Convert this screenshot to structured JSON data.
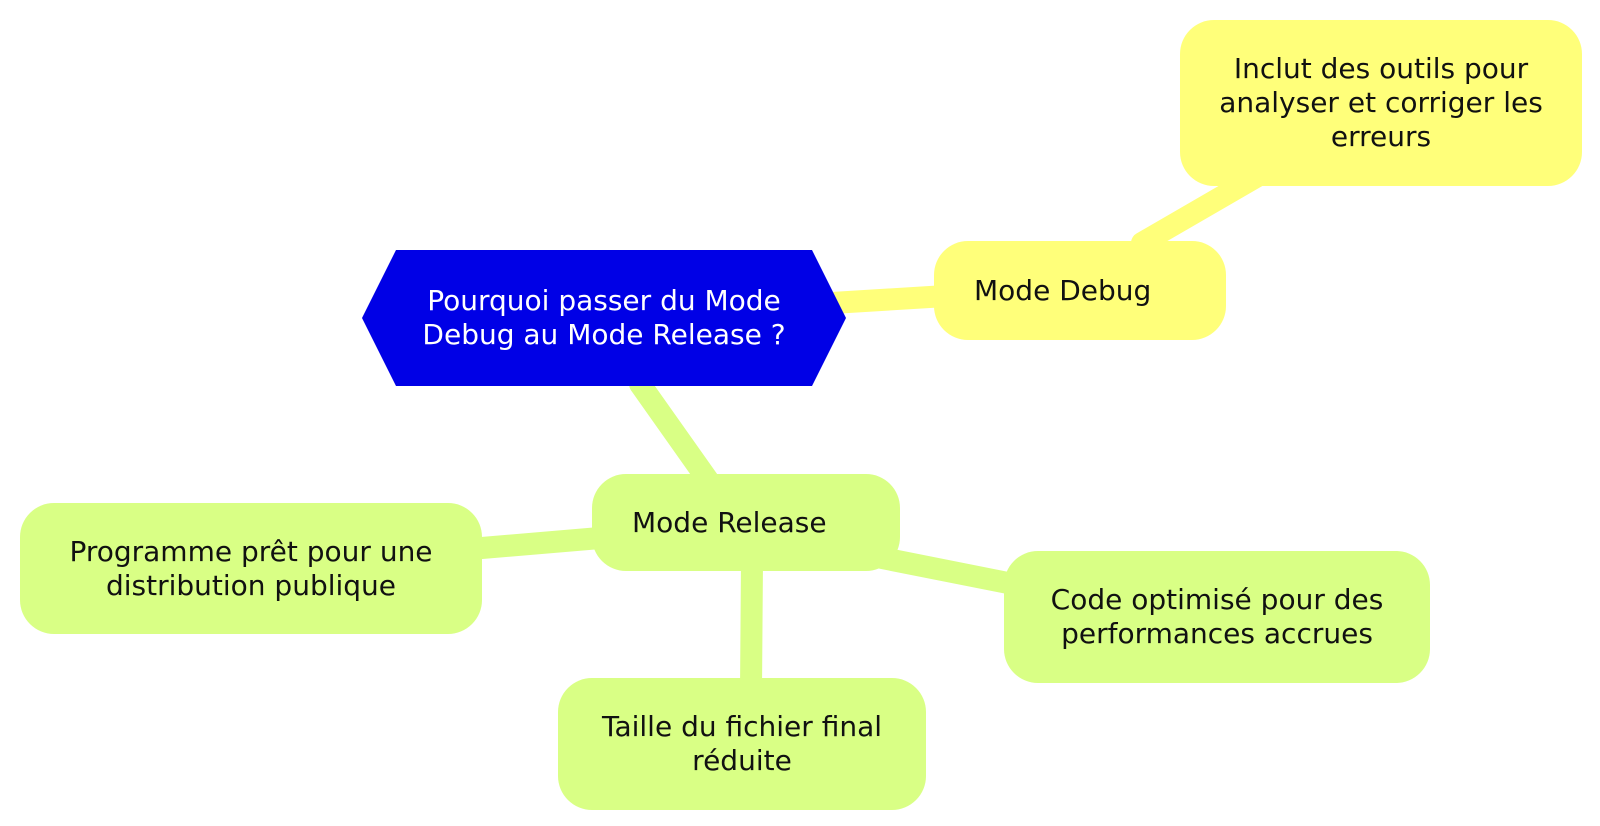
{
  "diagram": {
    "root": {
      "label": "Pourquoi passer du Mode Debug au Mode Release ?"
    },
    "debug": {
      "label": "Mode Debug",
      "children": [
        {
          "label": "Inclut des outils pour analyser et corriger les erreurs"
        }
      ]
    },
    "release": {
      "label": "Mode Release",
      "children": [
        {
          "label": "Programme prêt pour une distribution publique"
        },
        {
          "label": "Taille du fichier final réduite"
        },
        {
          "label": "Code optimisé pour des performances accrues"
        }
      ]
    },
    "colors": {
      "root_fill": "#0000e6",
      "root_text": "#ffffff",
      "debug_fill": "#ffff7a",
      "release_fill": "#d9ff85",
      "text": "#111111"
    }
  }
}
